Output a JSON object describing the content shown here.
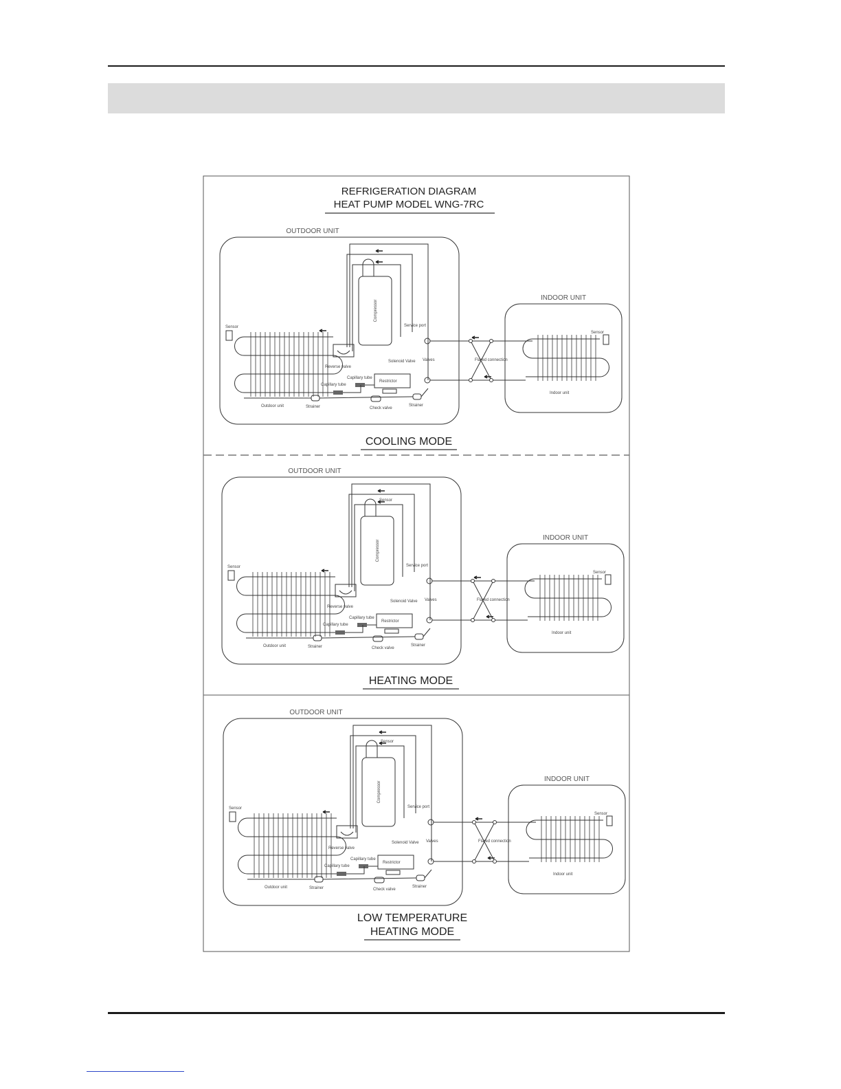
{
  "page": {
    "diagram_title_line1": "REFRIGERATION DIAGRAM",
    "diagram_title_line2": "HEAT PUMP MODEL WNG-7RC"
  },
  "colors": {
    "line": "#333333",
    "rule": "#1a1a1a",
    "banner": "#dcdcdc",
    "link": "#2b46c8"
  },
  "panels": [
    {
      "mode": "COOLING MODE",
      "mode_line2": "",
      "outdoor_label": "OUTDOOR UNIT",
      "indoor_label": "INDOOR UNIT",
      "labels": {
        "sensor_left": "Sensor",
        "sensor_right": "Sensor",
        "sensor_top": "",
        "compressor": "Compressor",
        "service_port": "Service port",
        "reverse_valve": "Reverse valve",
        "solenoid_valve": "Solenoid Valve",
        "valves": "Valves",
        "capillary_tube_1": "Capillary tube",
        "capillary_tube_2": "Capillary tube",
        "restrictor": "Restrictor",
        "strainer_1": "Strainer",
        "strainer_2": "Strainer",
        "check_valve": "Check valve",
        "outdoor_coil": "Outdoor unit",
        "flared_connection": "Flared connection",
        "indoor_coil": "Indoor unit"
      }
    },
    {
      "mode": "HEATING MODE",
      "mode_line2": "",
      "outdoor_label": "OUTDOOR UNIT",
      "indoor_label": "INDOOR UNIT",
      "labels": {
        "sensor_left": "Sensor",
        "sensor_right": "Sensor",
        "sensor_top": "Sensor",
        "compressor": "Compressor",
        "service_port": "Service port",
        "reverse_valve": "Reverse valve",
        "solenoid_valve": "Solenoid Valve",
        "valves": "Valves",
        "capillary_tube_1": "Capillary tube",
        "capillary_tube_2": "Capillary tube",
        "restrictor": "Restrictor",
        "strainer_1": "Strainer",
        "strainer_2": "Strainer",
        "check_valve": "Check valve",
        "outdoor_coil": "Outdoor unit",
        "flared_connection": "Flared connection",
        "indoor_coil": "Indoor unit"
      }
    },
    {
      "mode": "LOW TEMPERATURE",
      "mode_line2": "HEATING MODE",
      "outdoor_label": "OUTDOOR UNIT",
      "indoor_label": "INDOOR UNIT",
      "labels": {
        "sensor_left": "Sensor",
        "sensor_right": "Sensor",
        "sensor_top": "Sensor",
        "compressor": "Compressor",
        "service_port": "Service port",
        "reverse_valve": "Reverse valve",
        "solenoid_valve": "Solenoid Valve",
        "valves": "Valves",
        "capillary_tube_1": "Capillary tube",
        "capillary_tube_2": "Capillary tube",
        "restrictor": "Restrictor",
        "strainer_1": "Strainer",
        "strainer_2": "Strainer",
        "check_valve": "Check valve",
        "outdoor_coil": "Outdoor unit",
        "flared_connection": "Flared connection",
        "indoor_coil": "Indoor unit"
      }
    }
  ]
}
